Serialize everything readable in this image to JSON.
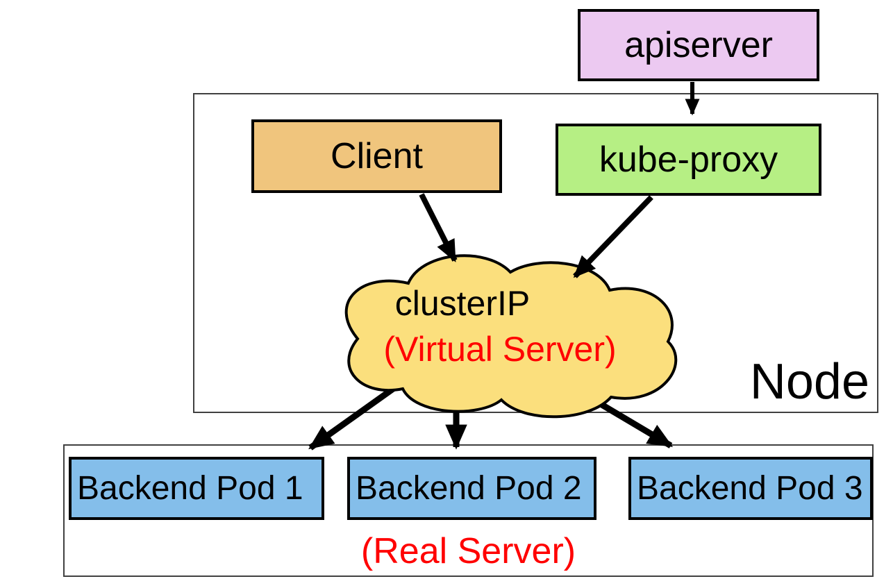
{
  "diagram": {
    "node_label": "Node",
    "real_server_label": "(Real Server)",
    "boxes": {
      "apiserver": "apiserver",
      "client": "Client",
      "kube_proxy": "kube-proxy"
    },
    "cloud": {
      "title": "clusterIP",
      "subtitle": "(Virtual Server)"
    },
    "pods": [
      {
        "label": "Backend Pod 1"
      },
      {
        "label": "Backend Pod 2"
      },
      {
        "label": "Backend Pod 3"
      }
    ]
  },
  "colors": {
    "apiserver_fill": "#ecc9f1",
    "client_fill": "#f0c57d",
    "kube_proxy_fill": "#b6ef84",
    "cloud_fill": "#fbdf7d",
    "pod_fill": "#84beea",
    "accent_red": "#ff0000",
    "box_border": "#000000",
    "container_border": "#404040",
    "arrow": "#000000"
  }
}
